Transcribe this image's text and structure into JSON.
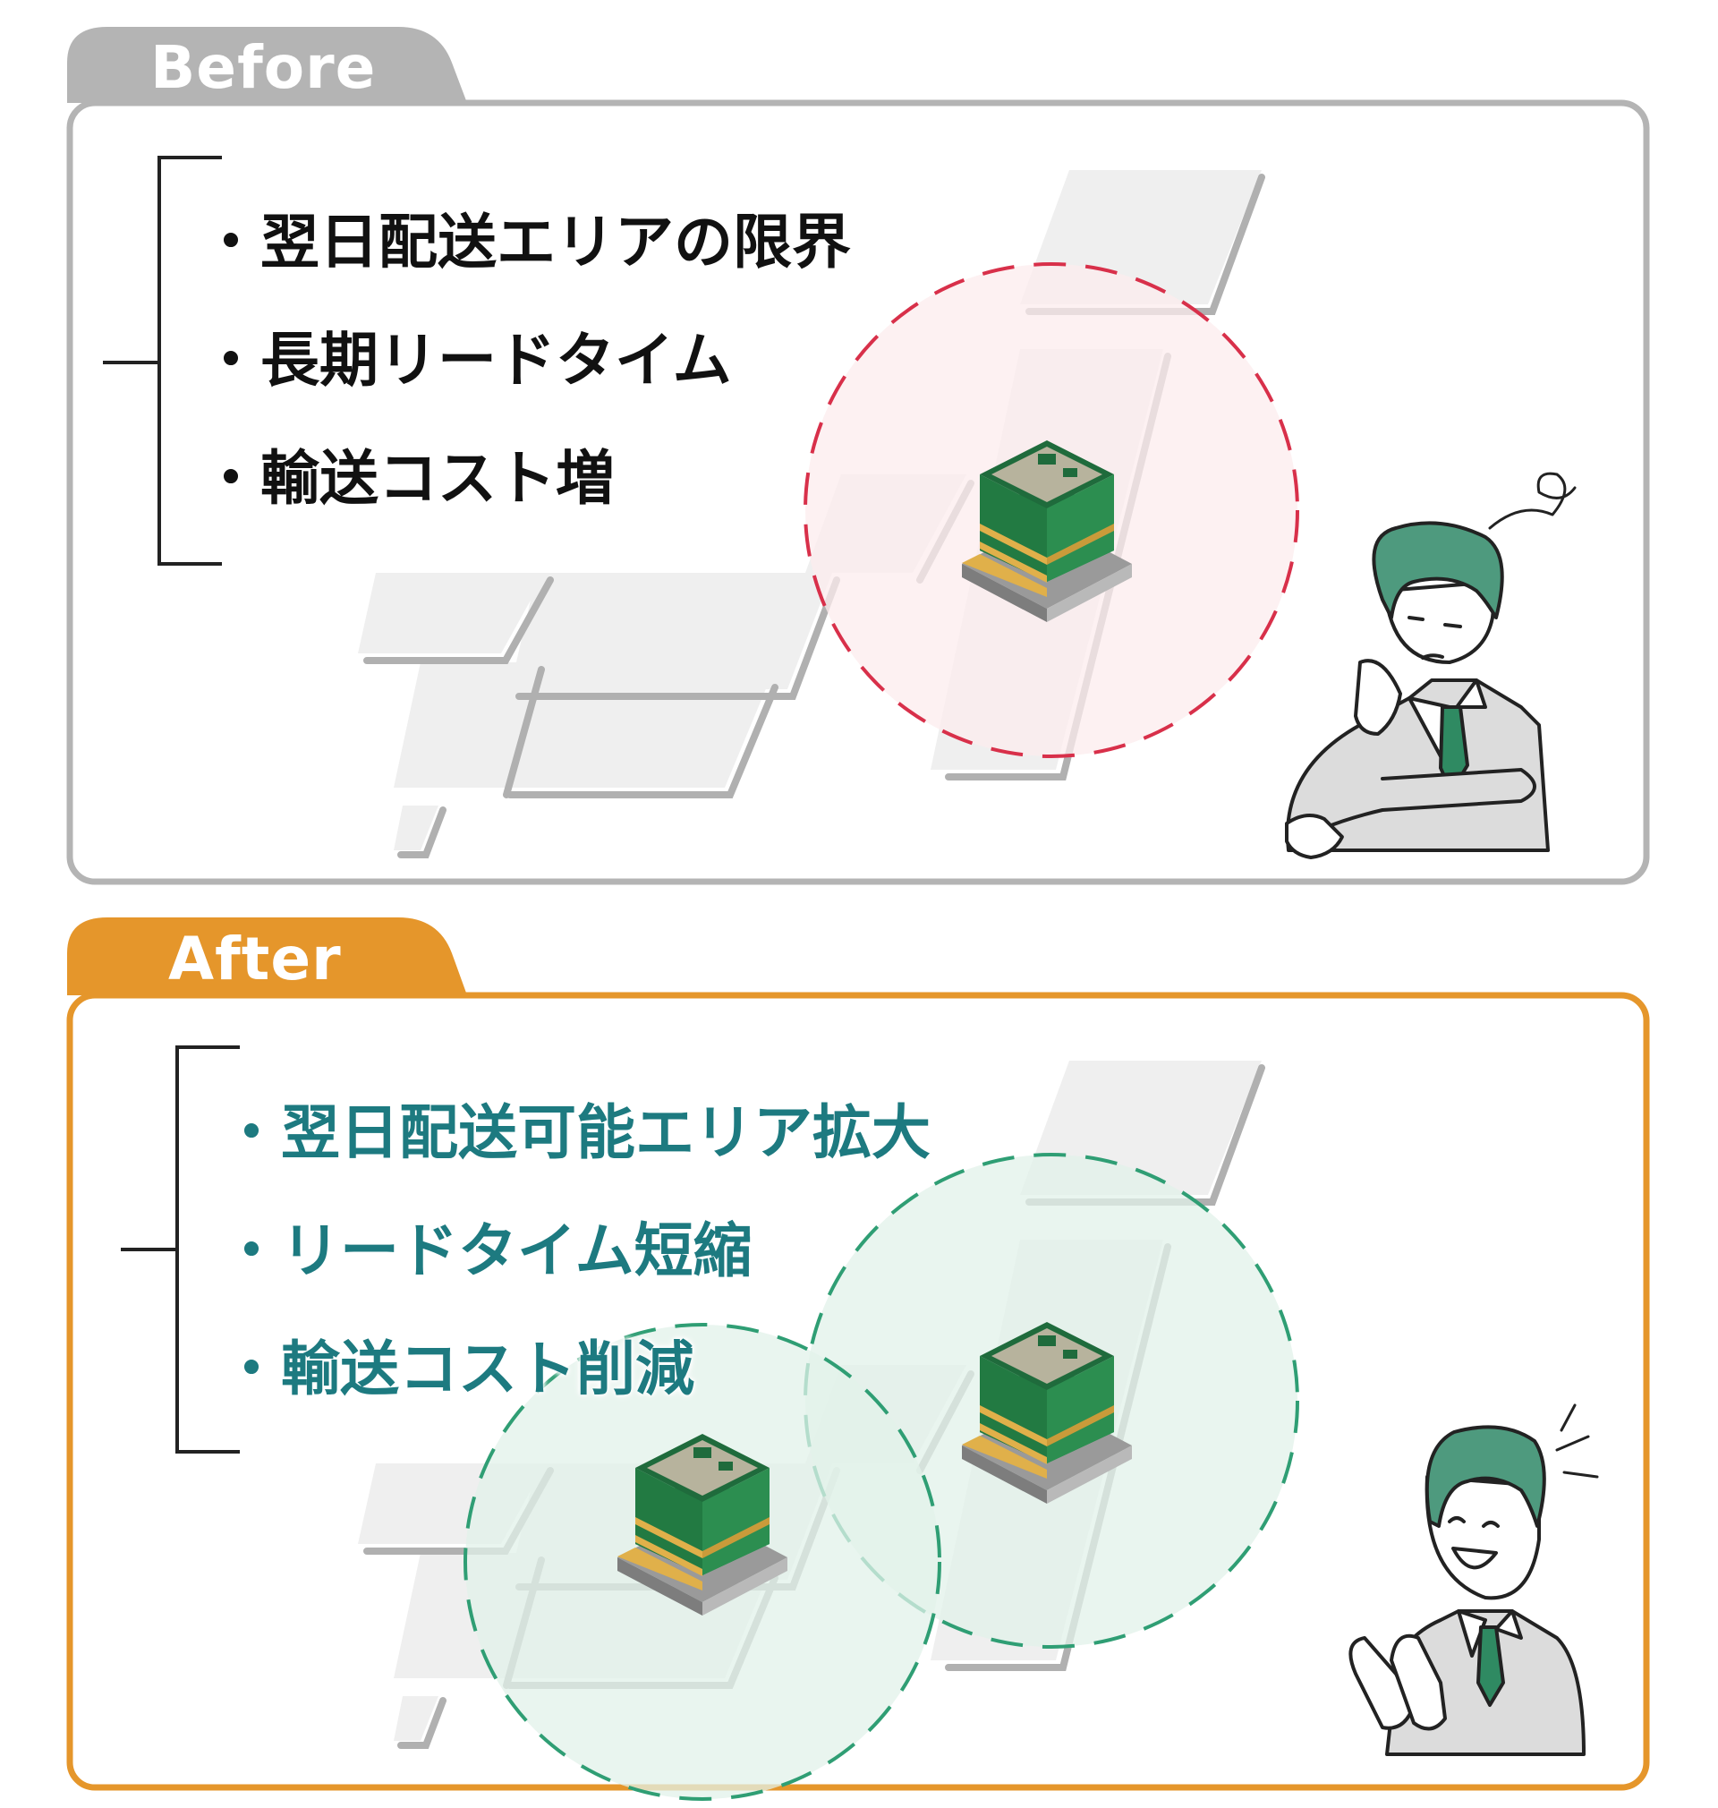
{
  "before": {
    "tab_label": "Before",
    "bullets": [
      "・翌日配送エリアの限界",
      "・長期リードタイム",
      "・輸送コスト増"
    ],
    "colors": {
      "tab": "#b4b4b4",
      "border": "#b4b4b4",
      "circle_stroke": "#d8304a",
      "circle_fill": "#fcecee",
      "text": "#111111"
    },
    "icons": [
      "warehouse-icon",
      "worried-businessman-icon",
      "japan-map-icon"
    ]
  },
  "after": {
    "tab_label": "After",
    "bullets": [
      "・翌日配送可能エリア拡大",
      "・リードタイム短縮",
      "・輸送コスト削減"
    ],
    "colors": {
      "tab": "#e5962b",
      "border": "#e5962b",
      "circle_stroke": "#2f9e74",
      "circle_fill": "#e2f2ea",
      "text": "#1d7a80"
    },
    "icons": [
      "warehouse-icon",
      "warehouse-icon",
      "happy-clapping-businessman-icon",
      "japan-map-icon"
    ]
  }
}
